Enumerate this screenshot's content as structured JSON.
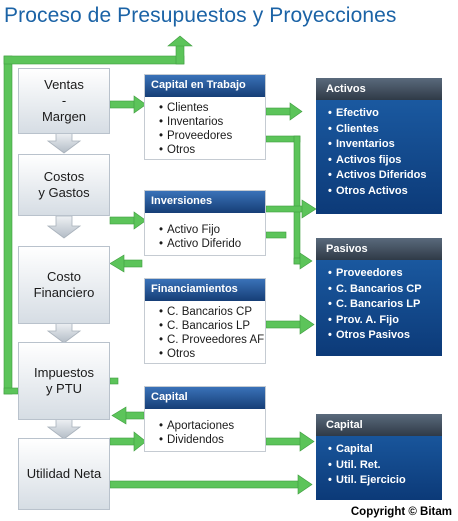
{
  "title": "Proceso de Presupuestos y Proyecciones",
  "steps": [
    {
      "lines": [
        "Ventas",
        "-",
        "Margen"
      ]
    },
    {
      "lines": [
        "Costos",
        "y Gastos"
      ]
    },
    {
      "lines": [
        "Costo",
        "Financiero"
      ]
    },
    {
      "lines": [
        "Impuestos",
        "y PTU"
      ]
    },
    {
      "lines": [
        "Utilidad Neta"
      ]
    }
  ],
  "middle_boxes": [
    {
      "header": "Capital en Trabajo",
      "items": [
        "Clientes",
        "Inventarios",
        "Proveedores",
        "Otros"
      ]
    },
    {
      "header": "Inversiones",
      "items": [
        "Activo Fijo",
        "Activo Diferido"
      ]
    },
    {
      "header": "Financiamientos",
      "items": [
        "C. Bancarios CP",
        "C. Bancarios LP",
        "C. Proveedores AF",
        "Otros"
      ]
    },
    {
      "header": "Capital",
      "items": [
        "Aportaciones",
        "Dividendos"
      ]
    }
  ],
  "right_boxes": [
    {
      "header": "Activos",
      "items": [
        "Efectivo",
        "Clientes",
        "Inventarios",
        "Activos fijos",
        "Activos Diferidos",
        "Otros Activos"
      ]
    },
    {
      "header": "Pasivos",
      "items": [
        "Proveedores",
        "C. Bancarios CP",
        "C. Bancarios LP",
        "Prov. A. Fijo",
        "Otros Pasivos"
      ]
    },
    {
      "header": "Capital",
      "items": [
        "Capital",
        "Util. Ret.",
        "Util. Ejercicio"
      ]
    }
  ],
  "copyright": "Copyright © Bitam",
  "colors": {
    "title": "#1b63a6",
    "arrow": "#5cc45a",
    "header_blue": "#1e4f8f",
    "right_box_blue": "#1656a0"
  }
}
